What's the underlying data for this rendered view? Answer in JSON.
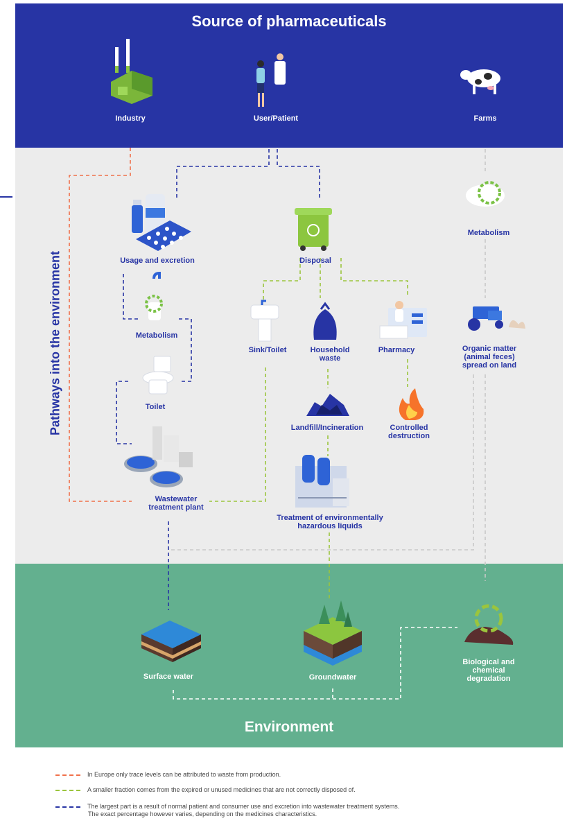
{
  "header": {
    "title": "Source of pharmaceuticals"
  },
  "sources": {
    "industry": "Industry",
    "patient": "User/Patient",
    "farms": "Farms"
  },
  "pathways": {
    "side_title": "Pathways into the environment",
    "usage": "Usage and excretion",
    "metabolism_left": "Metabolism",
    "toilet": "Toilet",
    "wwtp": "Wastewater\ntreatment plant",
    "disposal": "Disposal",
    "sink": "Sink/Toilet",
    "household": "Household\nwaste",
    "pharmacy": "Pharmacy",
    "landfill": "Landfill/Incineration",
    "controlled": "Controlled\ndestruction",
    "hazardous": "Treatment of environmentally\nhazardous liquids",
    "metabolism_right": "Metabolism",
    "organic": "Organic matter\n(animal feces)\nspread on land"
  },
  "environment": {
    "title": "Environment",
    "surface": "Surface water",
    "ground": "Groundwater",
    "bio": "Biological and\nchemical\ndegradation"
  },
  "legend": {
    "red": "In Europe only trace levels can be attributed to waste from production.",
    "green": "A smaller fraction comes from the expired or unused medicines that are not correctly disposed of.",
    "blue_1": "The largest part is a result of normal patient and consumer use and excretion into wastewater treatment systems.",
    "blue_2": "The exact percentage however varies, depending on the medicines characteristics."
  },
  "colors": {
    "navy": "#2734a4",
    "red_path": "#f0704a",
    "green_path": "#9bc53d",
    "blue_path": "#2734a4",
    "env_green": "#63b08f",
    "grey_path": "#c8c8c8"
  }
}
